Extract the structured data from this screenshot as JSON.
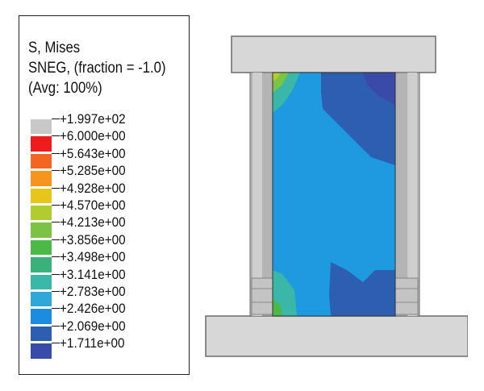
{
  "legend": {
    "title_lines": [
      "S, Mises",
      "SNEG, (fraction = -1.0)",
      "(Avg: 100%)"
    ],
    "bands": [
      {
        "color": "#c8c8c8"
      },
      {
        "color": "#ee1c1c"
      },
      {
        "color": "#f26522"
      },
      {
        "color": "#f7941d"
      },
      {
        "color": "#e6c61a"
      },
      {
        "color": "#b0cc30"
      },
      {
        "color": "#7cc245"
      },
      {
        "color": "#4cb848"
      },
      {
        "color": "#3ab07a"
      },
      {
        "color": "#3bb7a8"
      },
      {
        "color": "#2fa8d8"
      },
      {
        "color": "#1b8ce0"
      },
      {
        "color": "#2d5fb0"
      },
      {
        "color": "#3a4aa8"
      }
    ],
    "tick_values": [
      "+1.997e+02",
      "+6.000e+00",
      "+5.643e+00",
      "+5.285e+00",
      "+4.928e+00",
      "+4.570e+00",
      "+4.213e+00",
      "+3.856e+00",
      "+3.498e+00",
      "+3.141e+00",
      "+2.783e+00",
      "+2.426e+00",
      "+2.069e+00",
      "+1.711e+00"
    ]
  },
  "colors": {
    "plate": "#d7d7d7",
    "plate_edge": "#6b6b6b",
    "column": "#b4b4b4",
    "stress_mid": "#1e9be0",
    "stress_low": "#2d5fb0",
    "stress_green": "#7cc245",
    "stress_teal": "#3bb7a8"
  }
}
